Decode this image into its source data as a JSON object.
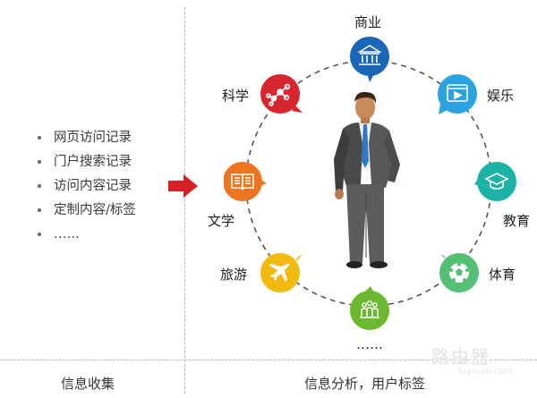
{
  "left": {
    "items": [
      "网页访问记录",
      "门户搜索记录",
      "访问内容记录",
      "定制内容/标签",
      "……"
    ]
  },
  "footer": {
    "left": "信息收集",
    "right": "信息分析，用户标签"
  },
  "nodes": {
    "commerce": {
      "label": "商业",
      "icon": "bank-icon",
      "color": "#1a66b8"
    },
    "entertainment": {
      "label": "娱乐",
      "icon": "video-icon",
      "color": "#2aa3e0"
    },
    "education": {
      "label": "教育",
      "icon": "graduation-cap-icon",
      "color": "#1bb3a6"
    },
    "sports": {
      "label": "体育",
      "icon": "soccer-ball-icon",
      "color": "#55c074"
    },
    "more": {
      "label": "……",
      "icon": "people-icon",
      "color": "#6cb82e"
    },
    "travel": {
      "label": "旅游",
      "icon": "airplane-icon",
      "color": "#f2b90f"
    },
    "literature": {
      "label": "文学",
      "icon": "book-icon",
      "color": "#ee7420"
    },
    "science": {
      "label": "科学",
      "icon": "molecule-icon",
      "color": "#d8262e"
    }
  },
  "arrow_color": "#d71f26",
  "watermark": {
    "main": "路由器",
    "sub": "luyouqi.com"
  }
}
